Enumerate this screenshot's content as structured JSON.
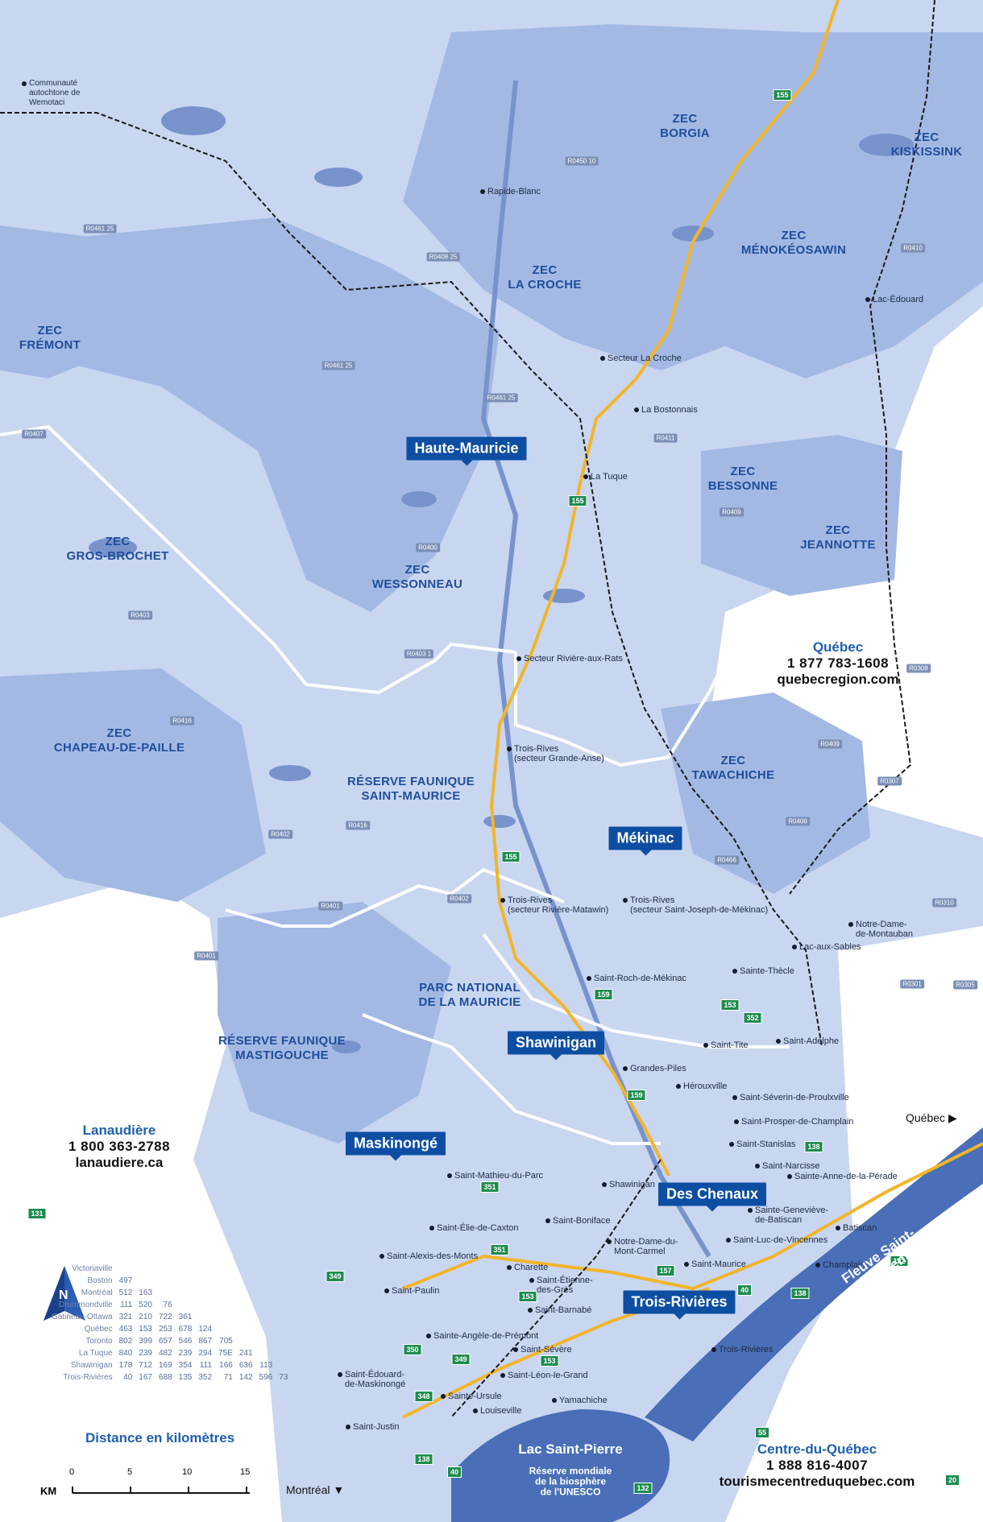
{
  "map": {
    "colors": {
      "territory_light": "#c9d6f0",
      "territory_dark": "#a3b9e4",
      "outside": "#ffffff",
      "water": "#4a6fb8",
      "highway": "#f2b52b",
      "railway": "#1a1a1a",
      "boundary": "#ffffff"
    },
    "zecs": [
      {
        "id": "borgia",
        "name": "ZEC\nBORGIA"
      },
      {
        "id": "kiskissink",
        "name": "ZEC\nKISKISSINK"
      },
      {
        "id": "croche",
        "name": "ZEC\nLA CROCHE"
      },
      {
        "id": "menokeosawin",
        "name": "ZEC\nMÉNOKÉOSAWIN"
      },
      {
        "id": "fremont",
        "name": "ZEC\nFRÉMONT"
      },
      {
        "id": "bessonne",
        "name": "ZEC\nBESSONNE"
      },
      {
        "id": "jeannotte",
        "name": "ZEC\nJEANNOTTE"
      },
      {
        "id": "grosbrochet",
        "name": "ZEC\nGROS-BROCHET"
      },
      {
        "id": "wessonneau",
        "name": "ZEC\nWESSONNEAU"
      },
      {
        "id": "chapeau",
        "name": "ZEC\nCHAPEAU-DE-PAILLE"
      },
      {
        "id": "tawachiche",
        "name": "ZEC\nTAWACHICHE"
      },
      {
        "id": "rfsm",
        "name": "RÉSERVE FAUNIQUE\nSAINT-MAURICE"
      },
      {
        "id": "pnm",
        "name": "PARC NATIONAL\nDE LA MAURICIE"
      },
      {
        "id": "rfm",
        "name": "RÉSERVE FAUNIQUE\nMASTIGOUCHE"
      }
    ],
    "regions": [
      "Haute-Mauricie",
      "Mékinac",
      "Shawinigan",
      "Maskinongé",
      "Des Chenaux",
      "Trois-Rivières"
    ],
    "towns": [
      "Communauté\nautochtone de\nWemotaci",
      "Rapide-Blanc",
      "Lac-Édouard",
      "Secteur La Croche",
      "La Bostonnais",
      "La Tuque",
      "Secteur Rivière-aux-Rats",
      "Trois-Rives\n(secteur Grande-Anse)",
      "Trois-Rives\n(secteur Rivière-Matawin)",
      "Trois-Rives\n(secteur Saint-Joseph-de-Mékinac)",
      "Notre-Dame-\nde-Montauban",
      "Lac-aux-Sables",
      "Sainte-Thècle",
      "Saint-Roch-de-Mékinac",
      "Saint-Tite",
      "Saint-Adelphe",
      "Grandes-Piles",
      "Hérouxville",
      "Saint-Séverin-de-Proulxville",
      "Saint-Prosper-de-Champlain",
      "Saint-Stanislas",
      "Saint-Narcisse",
      "Sainte-Anne-de-la-Pérade",
      "Saint-Mathieu-du-Parc",
      "Shawinigan",
      "Saint-Boniface",
      "Saint-Élie-de-Caxton",
      "Saint-Alexis-des-Monts",
      "Charette",
      "Notre-Dame-du-\nMont-Carmel",
      "Sainte-Geneviève-\nde-Batiscan",
      "Batiscan",
      "Saint-Luc-de-Vincennes",
      "Saint-Maurice",
      "Champlain",
      "Saint-Paulin",
      "Saint-Étienne-\ndes-Grès",
      "Saint-Barnabé",
      "Sainte-Angèle-de-Prémont",
      "Saint-Sévère",
      "Saint-Léon-le-Grand",
      "Saint-Édouard-\nde-Maskinongé",
      "Sainte-Ursule",
      "Louiseville",
      "Yamachiche",
      "Saint-Justin",
      "Trois-Rivières"
    ],
    "routes": [
      "155",
      "155",
      "155",
      "159",
      "159",
      "153",
      "352",
      "153",
      "157",
      "138",
      "138",
      "351",
      "351",
      "349",
      "349",
      "350",
      "348",
      "153",
      "40",
      "55",
      "40",
      "132",
      "132",
      "131",
      "138",
      "20"
    ],
    "road_labels": [
      "R0461 25",
      "R0450 10",
      "R0408 25",
      "R0461 25",
      "R0461 25",
      "R0407",
      "R0410",
      "R0411",
      "R0409",
      "R0400",
      "R0403",
      "R0403 1",
      "R0416",
      "R0416",
      "R0402",
      "R0401",
      "R0402",
      "R0401",
      "R0409",
      "R0307",
      "R0406",
      "R0466",
      "R0310",
      "R0301",
      "R0305",
      "R0308"
    ],
    "water_labels": [
      "Fleuve Saint-Laurent",
      "Lac Saint-Pierre",
      "Réserve mondiale\nde la biosphère\nde l'UNESCO"
    ],
    "directions": {
      "quebec": "Québec",
      "montreal": "Montréal"
    }
  },
  "contacts": {
    "quebec": {
      "name": "Québec",
      "phone": "1 877 783-1608",
      "web": "quebecregion.com"
    },
    "lanaudiere": {
      "name": "Lanaudière",
      "phone": "1 800 363-2788",
      "web": "lanaudiere.ca"
    },
    "centre": {
      "name": "Centre-du-Québec",
      "phone": "1 888 816-4007",
      "web": "tourismecentreduquebec.com"
    }
  },
  "distance_table": {
    "title": "Distance en kilomètres",
    "rows": [
      {
        "city": "Victoriaville",
        "values": []
      },
      {
        "city": "Boston",
        "values": [
          "497"
        ]
      },
      {
        "city": "Montréal",
        "values": [
          "512",
          "163"
        ]
      },
      {
        "city": "Drummondville",
        "values": [
          "111",
          "520",
          "76"
        ]
      },
      {
        "city": "Gatineau-Ottawa",
        "values": [
          "321",
          "210",
          "722",
          "361"
        ]
      },
      {
        "city": "Québec",
        "values": [
          "463",
          "153",
          "253",
          "678",
          "124"
        ]
      },
      {
        "city": "Toronto",
        "values": [
          "802",
          "399",
          "657",
          "546",
          "867",
          "705"
        ]
      },
      {
        "city": "La Tuque",
        "values": [
          "840",
          "239",
          "482",
          "239",
          "294",
          "75E",
          "241"
        ]
      },
      {
        "city": "Shawinigan",
        "values": [
          "178",
          "712",
          "169",
          "354",
          "111",
          "166",
          "636",
          "113"
        ]
      },
      {
        "city": "Trois-Rivières",
        "values": [
          "40",
          "167",
          "688",
          "135",
          "352",
          "71",
          "142",
          "596",
          "73"
        ]
      }
    ]
  },
  "scale": {
    "unit": "KM",
    "ticks": [
      "0",
      "5",
      "10",
      "15"
    ]
  },
  "compass": {
    "label": "N"
  }
}
